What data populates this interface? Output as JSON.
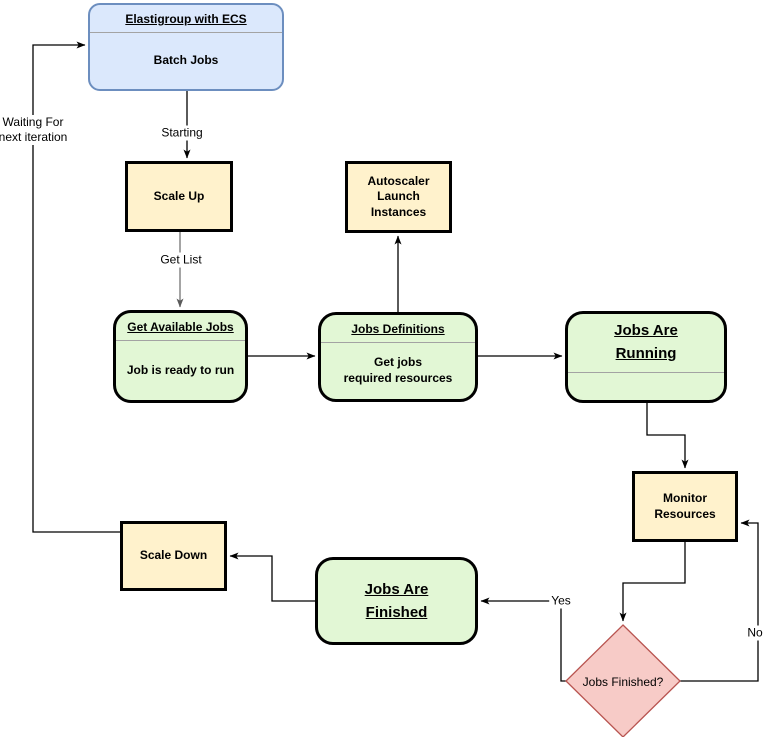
{
  "colors": {
    "blue_fill": "#dbe8fc",
    "blue_border": "#6c8ebf",
    "yellow_fill": "#fff2cc",
    "green_fill": "#e2f7d5",
    "pink_fill": "#f7cbc7",
    "pink_border": "#b85450",
    "node_border": "#000000",
    "edge": "#000000",
    "edge_gray": "#737373",
    "divider": "#a3a3a3"
  },
  "nodes": {
    "elastigroup": {
      "title": "Elastigroup with ECS",
      "body": "Batch Jobs"
    },
    "scale_up": {
      "label": "Scale Up"
    },
    "autoscaler": {
      "label": "Autoscaler\nLaunch\nInstances"
    },
    "get_available_jobs": {
      "title": "Get Available Jobs",
      "body": "Job is ready to run"
    },
    "jobs_definitions": {
      "title": "Jobs Definitions",
      "body": "Get jobs\nrequired resources"
    },
    "jobs_are_running": {
      "title": "Jobs Are\nRunning"
    },
    "monitor_resources": {
      "label": "Monitor\nResources"
    },
    "scale_down": {
      "label": "Scale Down"
    },
    "jobs_are_finished": {
      "title": "Jobs Are\nFinished"
    },
    "jobs_finished_decision": {
      "label": "Jobs Finished?"
    }
  },
  "edge_labels": {
    "waiting": "Waiting For\nnext iteration",
    "starting": "Starting",
    "get_list": "Get List",
    "yes": "Yes",
    "no": "No"
  }
}
